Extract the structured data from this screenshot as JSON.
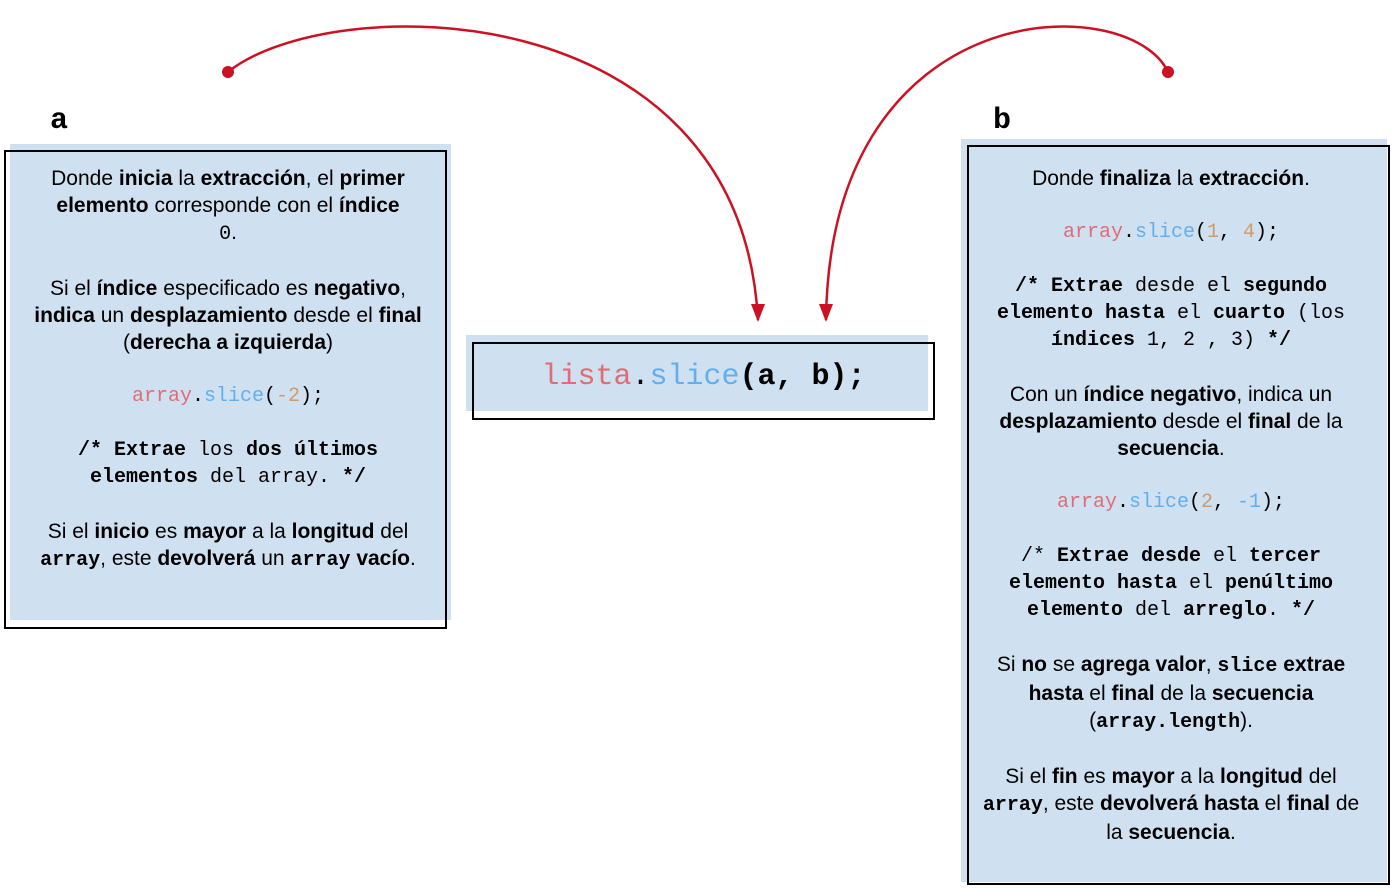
{
  "labels": {
    "a": "a",
    "b": "b"
  },
  "colors": {
    "panel_bg": "#cfe0f0",
    "arrow": "#cc1122",
    "code_red": "#e06c75",
    "code_blue": "#61afef",
    "code_orange": "#d19a66"
  },
  "center": {
    "obj": "lista",
    "dot": ".",
    "method": "slice",
    "args": "(a, b);"
  },
  "panel_a": {
    "p1": {
      "t1": "Donde ",
      "b1": "inicia",
      "t2": " la ",
      "b2": "extracción",
      "t3": ", el ",
      "b3": "primer elemento",
      "t4": " corresponde con el ",
      "b4": "índice",
      "code": "0",
      "t5": "."
    },
    "p2": {
      "t1": "Si el ",
      "b1": "índice",
      "t2": " especificado es ",
      "b2": "negativo",
      "t3": ", ",
      "b3": "indica",
      "t4": " un ",
      "b4": "desplazamiento",
      "t5": " desde el ",
      "b5": "final",
      "t6": " (",
      "b6": "derecha a izquierda",
      "t7": ")"
    },
    "code": {
      "obj": "array",
      "dot": ".",
      "method": "slice",
      "open": "(",
      "arg": "-2",
      "close": ");"
    },
    "comment": {
      "open": "/* ",
      "b1": "Extrae",
      "t1": " los ",
      "b2": "dos últimos elementos",
      "t2": " del array. ",
      "close": "*/"
    },
    "p3": {
      "t1": "Si el ",
      "b1": "inicio",
      "t2": " es ",
      "b2": "mayor",
      "t3": " a la ",
      "b3": "longitud",
      "t4": " del ",
      "c1": "array",
      "t5": ", este ",
      "b4": "devolverá",
      "t6": " un ",
      "c2": "array",
      "t7": " ",
      "b5": "vacío",
      "t8": "."
    }
  },
  "panel_b": {
    "p1": {
      "t1": "Donde ",
      "b1": "finaliza",
      "t2": " la ",
      "b2": "extracción",
      "t3": "."
    },
    "code1": {
      "obj": "array",
      "dot": ".",
      "method": "slice",
      "open": "(",
      "arg1": "1",
      "sep": ", ",
      "arg2": "4",
      "close": ");"
    },
    "comment1": {
      "open": "/* ",
      "b1": "Extrae",
      "t1": " desde el ",
      "b2": "segundo elemento hasta",
      "t2": " el ",
      "b3": "cuarto",
      "t3": " (los ",
      "b4": "índices",
      "t4": " 1, 2 , 3) ",
      "close": "*/"
    },
    "p2": {
      "t1": "Con un ",
      "b1": "índice negativo",
      "t2": ", indica un ",
      "b2": "desplazamiento",
      "t3": " desde el ",
      "b3": "final",
      "t4": " de la ",
      "b4": "secuencia",
      "t5": "."
    },
    "code2": {
      "obj": "array",
      "dot": ".",
      "method": "slice",
      "open": "(",
      "arg1": "2",
      "sep": ", ",
      "arg2": "-1",
      "close": ");"
    },
    "comment2": {
      "open": "/* ",
      "b1": "Extrae desde",
      "t1": " el ",
      "b2": "tercer elemento hasta",
      "t2": " el ",
      "b3": "penúltimo elemento",
      "t3": " del ",
      "b4": "arreglo",
      "t4": ". ",
      "close": "*/"
    },
    "p3": {
      "t1": "Si ",
      "b1": "no",
      "t2": " se ",
      "b2": "agrega valor",
      "t3": ", ",
      "c1": "slice",
      "t4": " ",
      "b3": "extrae hasta",
      "t5": " el ",
      "b4": "final",
      "t6": " de la ",
      "b5": "secuencia",
      "t7": " (",
      "c2": "array.length",
      "t8": ")."
    },
    "p4": {
      "t1": "Si el ",
      "b1": "fin",
      "t2": " es ",
      "b2": "mayor",
      "t3": " a la ",
      "b3": "longitud",
      "t4": " del ",
      "c1": "array",
      "t5": ", este ",
      "b4": "devolverá hasta",
      "t6": " el ",
      "b5": "final",
      "t7": " de la ",
      "b6": "secuencia",
      "t8": "."
    }
  }
}
